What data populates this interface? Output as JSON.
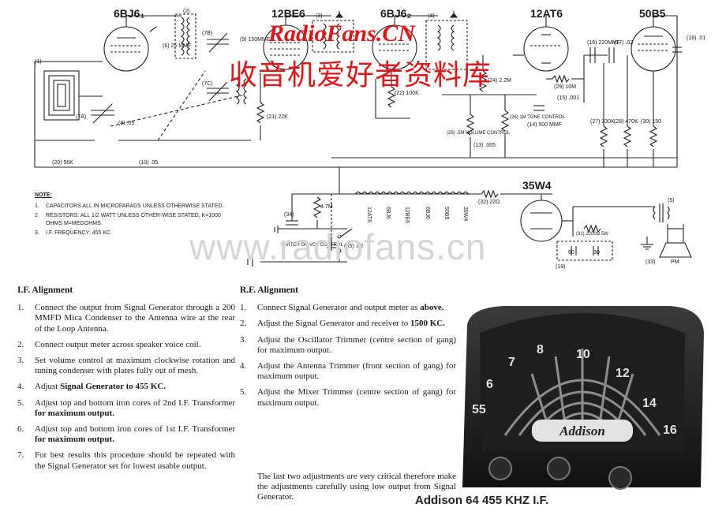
{
  "watermark": {
    "title": "RadioFans.CN",
    "subtitle_cn": "收音机爱好者资料库",
    "faint": "www.radiofans.cn"
  },
  "tubes": [
    "6BJ6₁",
    "12BE6",
    "6BJ6₂",
    "12AT6",
    "50B5",
    "35W4"
  ],
  "component_labels": {
    "c1": "(1)",
    "c2": "(2)",
    "c3": "(3)",
    "c4": "(4)",
    "c5": "(5)",
    "c7a": "(7A)",
    "c7b": "(7B)",
    "c7c": "(7C)",
    "r20": "(20) 56K",
    "c10": "(10) .05",
    "c8": "(8) .05",
    "c9": "(9) 150MMF",
    "r21": "(21) 22K",
    "r22": "(22) 100K",
    "r24": "(24) 2.2M",
    "r25": "(25) .5M VOLUME CONTROL",
    "r26": "(26) 1M TONE CONTROL",
    "c13": "(13) .005",
    "c14": "(14) 500 MMF",
    "c15": "(15) .001",
    "r29": "(29) 10M",
    "c16": "(16) 220MMF",
    "c17": "(17) .02",
    "c18": "(18) .01",
    "r27": "(27) 330K",
    "r28": "(28) 470K",
    "r30": "(30) 150",
    "r32": "(32) 22Ω",
    "r34": "(34)",
    "r4_7": "4.7M",
    "c35": "(35) .02",
    "c31": "(31) 2200Ω.5W",
    "c19": "(19)",
    "c60": "60",
    "c30": "30",
    "spk": "(33)",
    "pm": "PM",
    "switch": "SWITCH ON VOL CONTROL",
    "heater_chain": [
      "12AT6",
      "6BJ6",
      "12BE6",
      "6BJ6",
      "50B5",
      "35W4"
    ],
    "c6": "(6) 25 MMF"
  },
  "notes": {
    "heading": "NOTE:",
    "items": [
      {
        "num": "1.",
        "text": "CAPACITORS  ALL IN MICROFARADS UNLESS OTHERWISE STATED."
      },
      {
        "num": "2.",
        "text": "RESISTORS:  ALL 1/2 WATT UNLESS OTHER-WISE STATED, K=1000 OHMS M=MEGOHMS."
      },
      {
        "num": "3.",
        "text": "I.F. FREQUENCY:  455 KC."
      }
    ]
  },
  "if_alignment": {
    "heading": "I.F.  Alignment",
    "steps": [
      {
        "num": "1.",
        "text": "Connect the output from Signal Generator through a 200 MMFD Mica Condenser to the Antenna wire at the rear of the Loop Antenna."
      },
      {
        "num": "2.",
        "text": "Connect output meter across speaker voice coil."
      },
      {
        "num": "3.",
        "text": "Set volume control at maximum clockwise rotation and tuning condenser with plates fully out of mesh."
      },
      {
        "num": "4.",
        "pre": "Adjust ",
        "bold": "Signal Generator to 455 KC.",
        "post": ""
      },
      {
        "num": "5.",
        "pre": "Adjust top and bottom iron cores of 2nd I.F. Transformer ",
        "bold": "for maximum output.",
        "post": ""
      },
      {
        "num": "6.",
        "pre": "Adjust top and bottom iron cores of 1st I.F. Transformer ",
        "bold": "for maximum output.",
        "post": ""
      },
      {
        "num": "7.",
        "text": "For best results this procedure should be repeated with the Signal Generator set for lowest usable output."
      }
    ]
  },
  "rf_alignment": {
    "heading": "R.F.  Alignment",
    "steps": [
      {
        "num": "1.",
        "pre": "Connect Signal Generator and output meter as ",
        "bold": "above.",
        "post": ""
      },
      {
        "num": "2.",
        "pre": "Adjust the Signal Generator and receiver to ",
        "bold": "1500 KC.",
        "post": ""
      },
      {
        "num": "3.",
        "text": "Adjust the Oscillator Trimmer (centre section of gang) for maximum output."
      },
      {
        "num": "4.",
        "text": "Adjust the Antenna Trimmer (front section of gang) for maximum output."
      },
      {
        "num": "5.",
        "text": "Adjust the Mixer Trimmer (centre section of gang) for maximum output."
      }
    ],
    "final": "The last two adjustments are very critical therefore make the adjustments carefully using low output from Signal Generator."
  },
  "caption": "Addison 64   455 KHZ I.F.",
  "radio": {
    "brand": "Addison",
    "dial_numbers": [
      "55",
      "6",
      "7",
      "8",
      "10",
      "12",
      "14",
      "16"
    ]
  }
}
